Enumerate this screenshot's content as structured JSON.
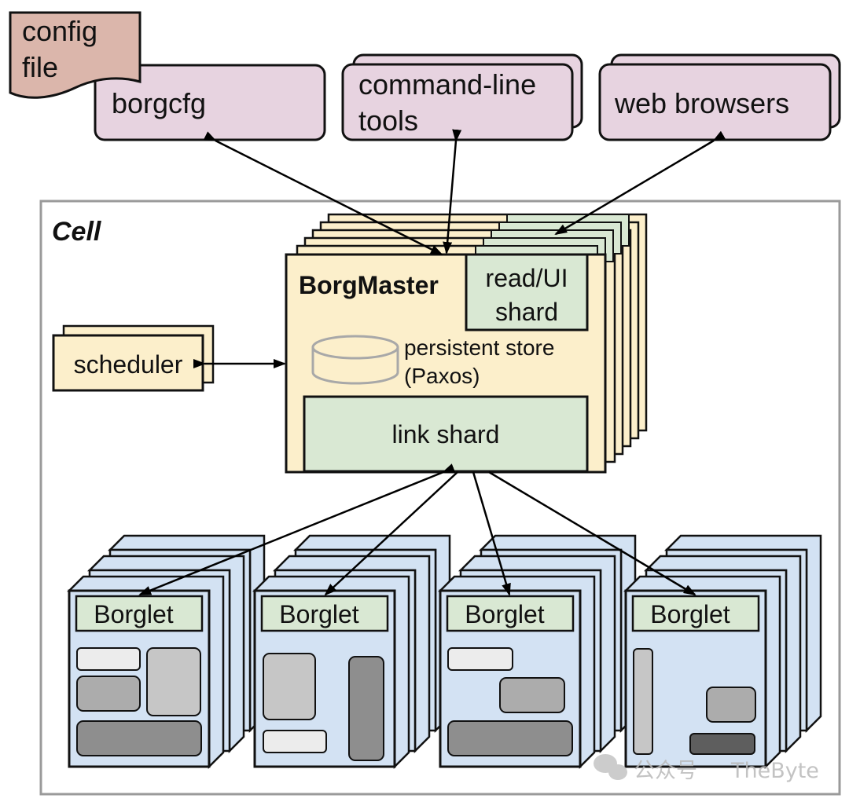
{
  "clients": {
    "config_file_line1": "config",
    "config_file_line2": "file",
    "borgcfg": "borgcfg",
    "cli_line1": "command-line",
    "cli_line2": "tools",
    "web": "web browsers"
  },
  "cell": {
    "title": "Cell",
    "scheduler": "scheduler",
    "borgmaster": {
      "title": "BorgMaster",
      "read_ui_line1": "read/UI",
      "read_ui_line2": "shard",
      "store_line1": "persistent store",
      "store_line2": "(Paxos)",
      "link_shard": "link shard"
    },
    "borglets": [
      "Borglet",
      "Borglet",
      "Borglet",
      "Borglet"
    ]
  },
  "watermark": {
    "channel": "公众号",
    "author": "TheByte"
  },
  "colors": {
    "client_fill": "#e7d3e0",
    "config_fill": "#dbb6ab",
    "master_fill": "#fcefcb",
    "shard_fill": "#d9e8d3",
    "borglet_fill": "#d3e2f3",
    "cell_border": "#9a9a9a",
    "store_stroke": "#a8a8a8"
  }
}
